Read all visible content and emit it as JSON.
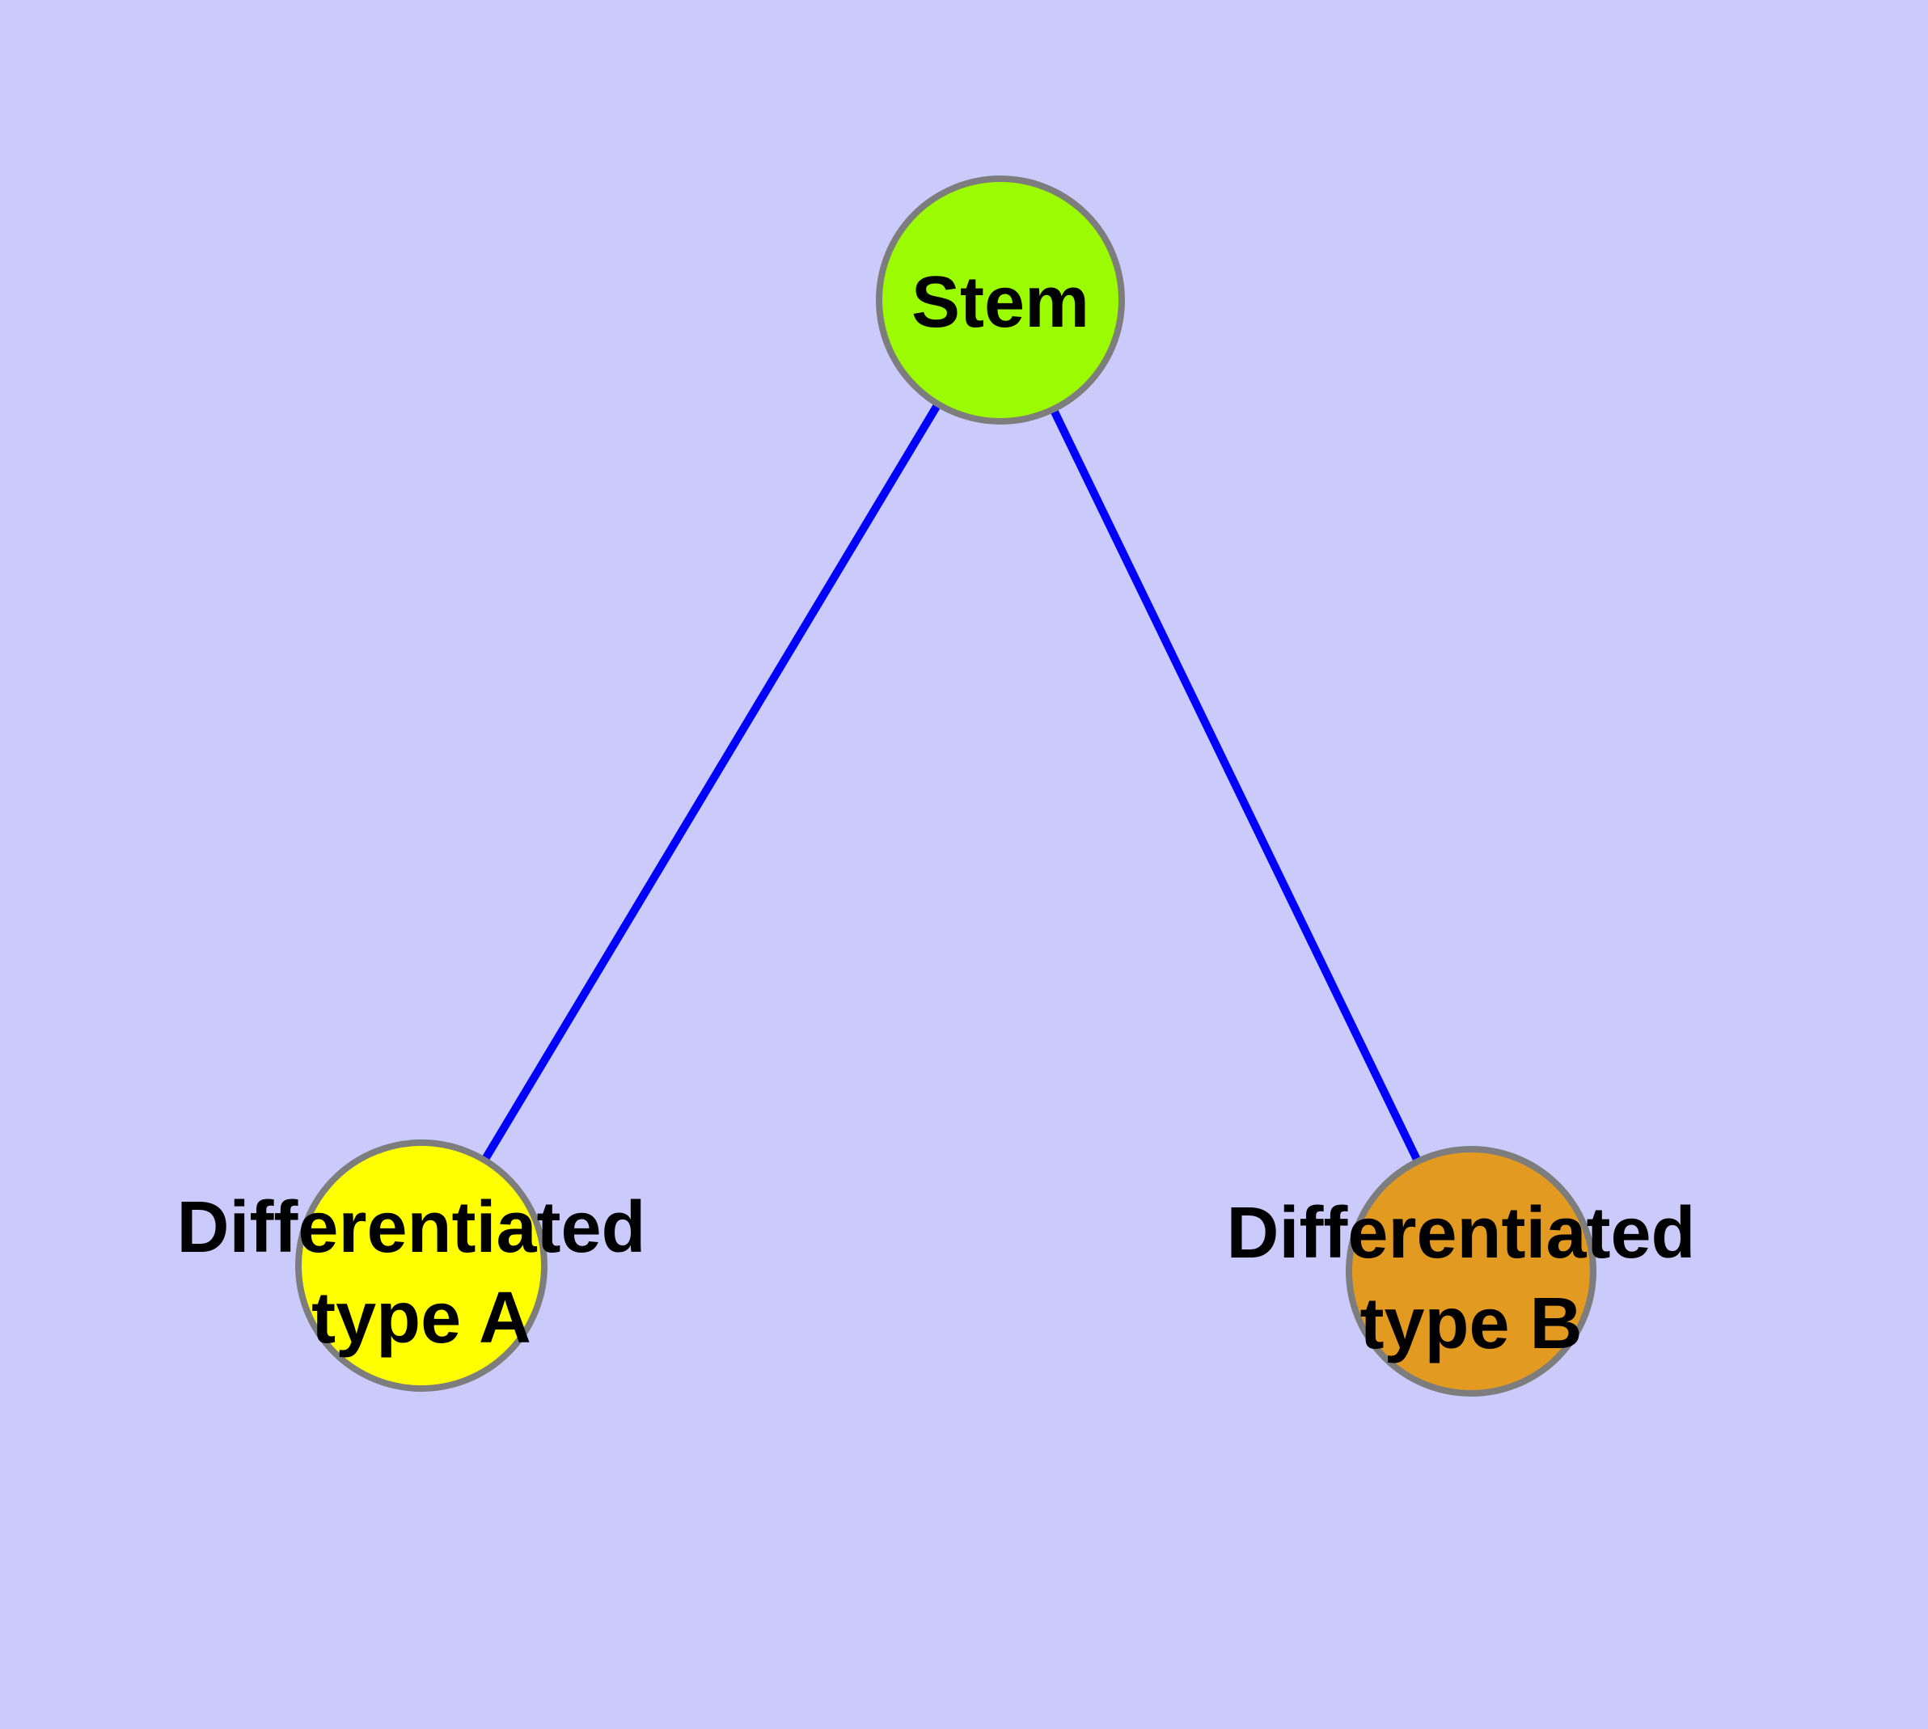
{
  "diagram": {
    "background_color": "#CACAFB",
    "edge_color": "#0000FF",
    "node_border_color": "#7D7D7D",
    "label_color": "#000000",
    "nodes": {
      "stem": {
        "label": "Stem",
        "fill": "#9BFB00"
      },
      "type_a": {
        "label_line1": "Differentiated",
        "label_line2": "type A",
        "fill": "#FFFF00"
      },
      "type_b": {
        "label_line1": "Differentiated",
        "label_line2": "type B",
        "fill": "#E39A21"
      }
    },
    "edges": [
      {
        "from": "Stem",
        "to": "Differentiated type A"
      },
      {
        "from": "Stem",
        "to": "Differentiated type B"
      }
    ]
  }
}
